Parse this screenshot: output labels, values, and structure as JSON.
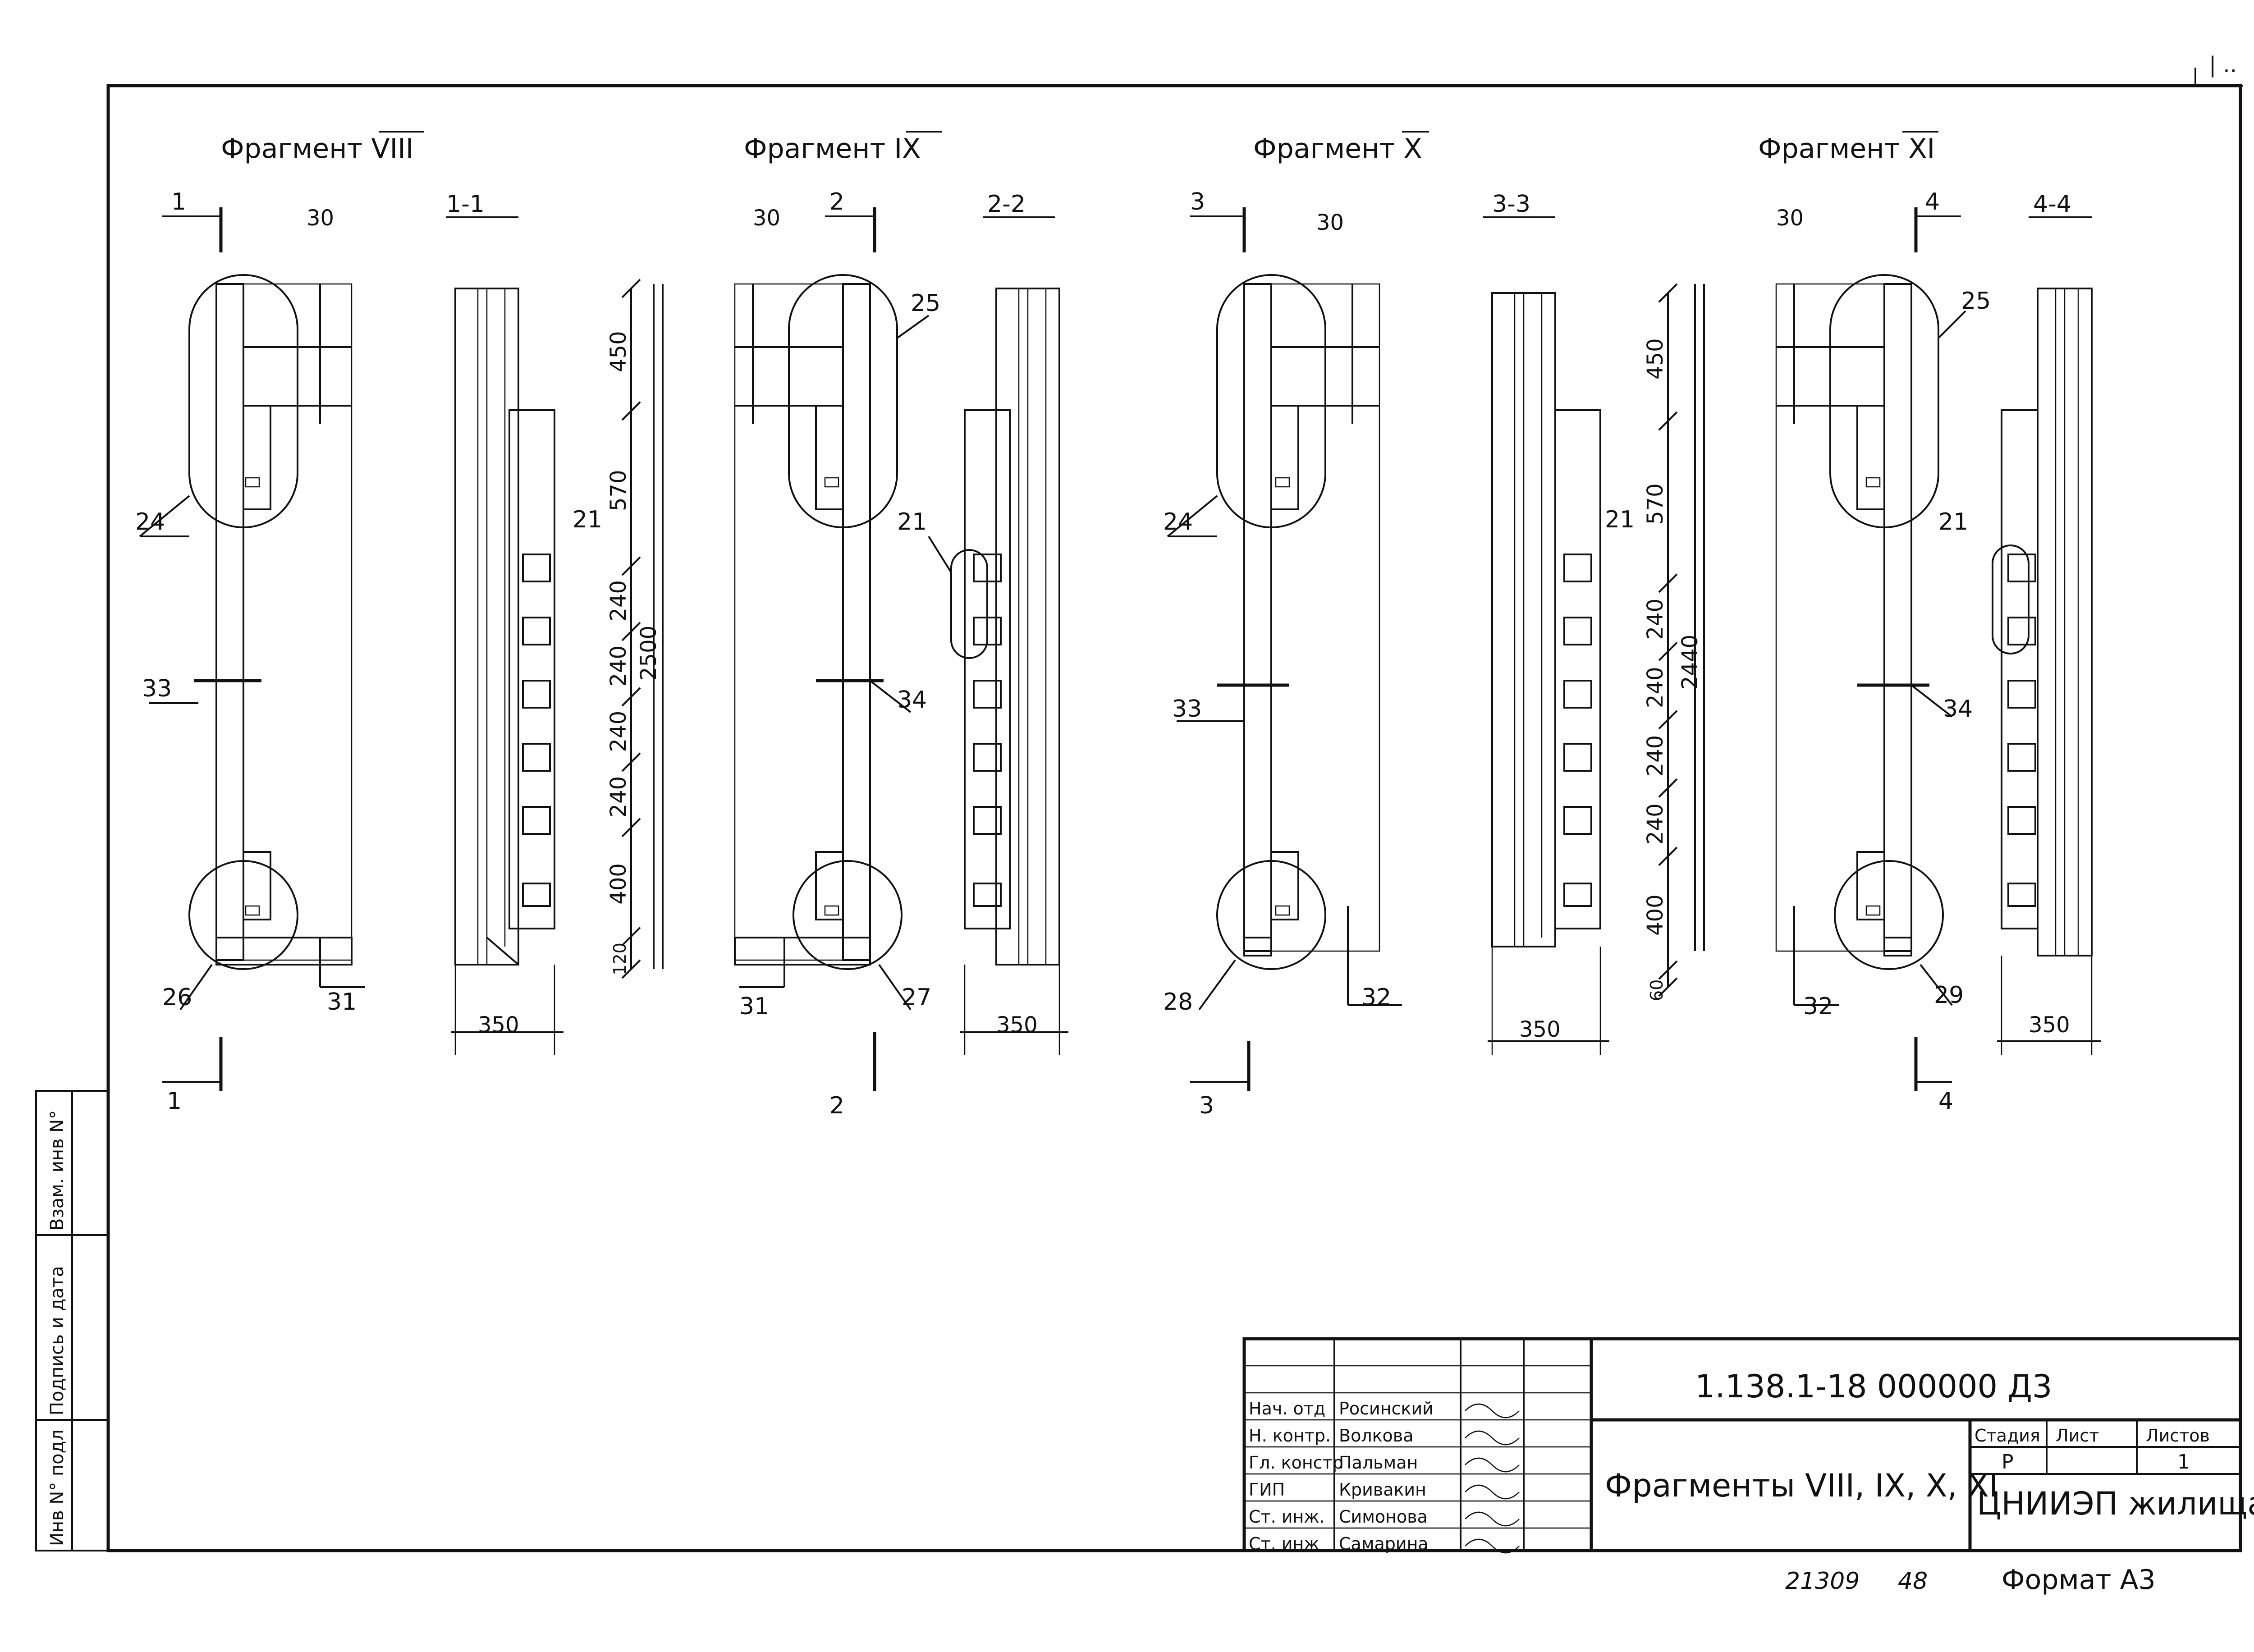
{
  "sheet_corner": "| ..",
  "fragments": [
    {
      "title": "Фрагмент VIII",
      "section": "1-1",
      "cut_label": "1",
      "top_dim": "30",
      "leaders": [
        "24",
        "33",
        "26",
        "31"
      ],
      "detail_label": "21",
      "width_dim": "350",
      "dims": [
        "450",
        "570",
        "240",
        "240",
        "240",
        "240",
        "400",
        "120"
      ],
      "total": "2500"
    },
    {
      "title": "Фрагмент IX",
      "section": "2-2",
      "cut_label": "2",
      "top_dim": "30",
      "leaders": [
        "25",
        "34",
        "27",
        "31"
      ],
      "detail_label": "21",
      "width_dim": "350"
    },
    {
      "title": "Фрагмент X",
      "section": "3-3",
      "cut_label": "3",
      "top_dim": "30",
      "leaders": [
        "24",
        "33",
        "28",
        "32"
      ],
      "detail_label": "21",
      "width_dim": "350",
      "dims": [
        "450",
        "570",
        "240",
        "240",
        "240",
        "240",
        "400",
        "60"
      ],
      "total": "2440"
    },
    {
      "title": "Фрагмент XI",
      "section": "4-4",
      "cut_label": "4",
      "top_dim": "30",
      "leaders": [
        "25",
        "21",
        "34",
        "29",
        "32"
      ],
      "width_dim": "350"
    }
  ],
  "side_stamp": [
    "Инв N° подл",
    "Подпись и дата",
    "Взам. инв N°"
  ],
  "title_block": {
    "code": "1.138.1-18 000000 Д3",
    "name": "Фрагменты VIII, IX, X, XI",
    "org": "ЦНИИЭП жилища",
    "stage_header": "Стадия",
    "sheet_header": "Лист",
    "sheets_header": "Листов",
    "stage": "Р",
    "sheets": "1",
    "staff": [
      {
        "role": "Нач. отд",
        "name": "Росинский"
      },
      {
        "role": "Н. контр.",
        "name": "Волкова"
      },
      {
        "role": "Гл. констр",
        "name": "Пальман"
      },
      {
        "role": "ГИП",
        "name": "Кривакин"
      },
      {
        "role": "Ст. инж.",
        "name": "Симонова"
      },
      {
        "role": "Ст. инж",
        "name": "Самарина"
      }
    ]
  },
  "footer": {
    "number": "21309",
    "page": "48",
    "format": "Формат А3"
  }
}
